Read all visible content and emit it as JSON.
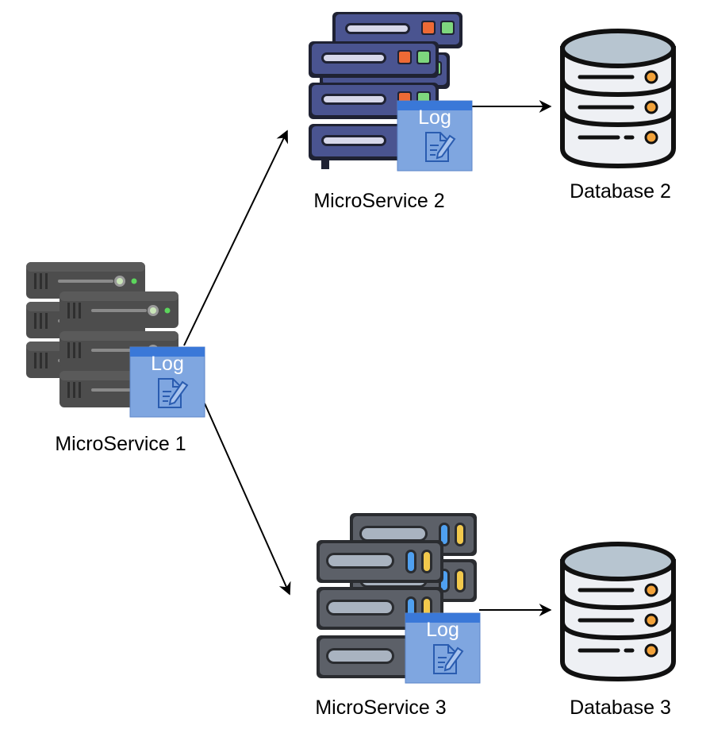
{
  "nodes": {
    "ms1": {
      "label": "MicroService 1",
      "badge": "Log"
    },
    "ms2": {
      "label": "MicroService 2",
      "badge": "Log"
    },
    "ms3": {
      "label": "MicroService 3",
      "badge": "Log"
    },
    "db2": {
      "label": "Database 2"
    },
    "db3": {
      "label": "Database 3"
    }
  },
  "edges": [
    {
      "from": "ms1",
      "to": "ms2"
    },
    {
      "from": "ms1",
      "to": "ms3"
    },
    {
      "from": "ms2",
      "to": "db2"
    },
    {
      "from": "ms3",
      "to": "db3"
    }
  ],
  "colors": {
    "ms1_body": "#4d4d4d",
    "ms2_body": "#4a5490",
    "ms3_body": "#5c6068",
    "log_badge": "#7fa6e0",
    "log_header": "#3a78d8",
    "db_body": "#eef0f4",
    "db_top": "#b7c5d0",
    "db_dot": "#f2a23a"
  },
  "icons": {
    "server": "server-stack-icon",
    "database": "database-cylinder-icon",
    "log": "log-document-icon"
  }
}
